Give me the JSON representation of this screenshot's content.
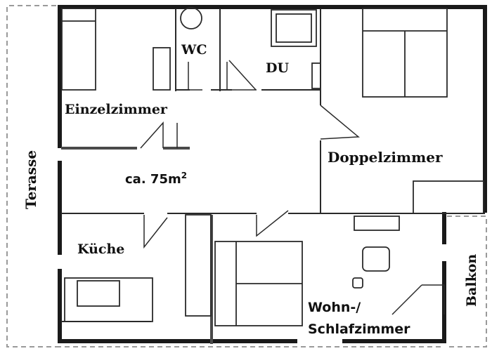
{
  "rooms": {
    "wc": "WC",
    "du": "DU",
    "einzelzimmer": "Einzelzimmer",
    "doppelzimmer": "Doppelzimmer",
    "kueche": "Küche",
    "wohn_line1": "Wohn-/",
    "wohn_line2": "Schlafzimmer"
  },
  "outside": {
    "terrasse": "Terasse",
    "balkon": "Balkon"
  },
  "area": {
    "value": "ca. 75m",
    "unit_sup": "2"
  },
  "colors": {
    "wall": "#1a1a1a",
    "line": "#2a2a2a",
    "dashed": "#9a9a9a",
    "background": "#ffffff"
  }
}
